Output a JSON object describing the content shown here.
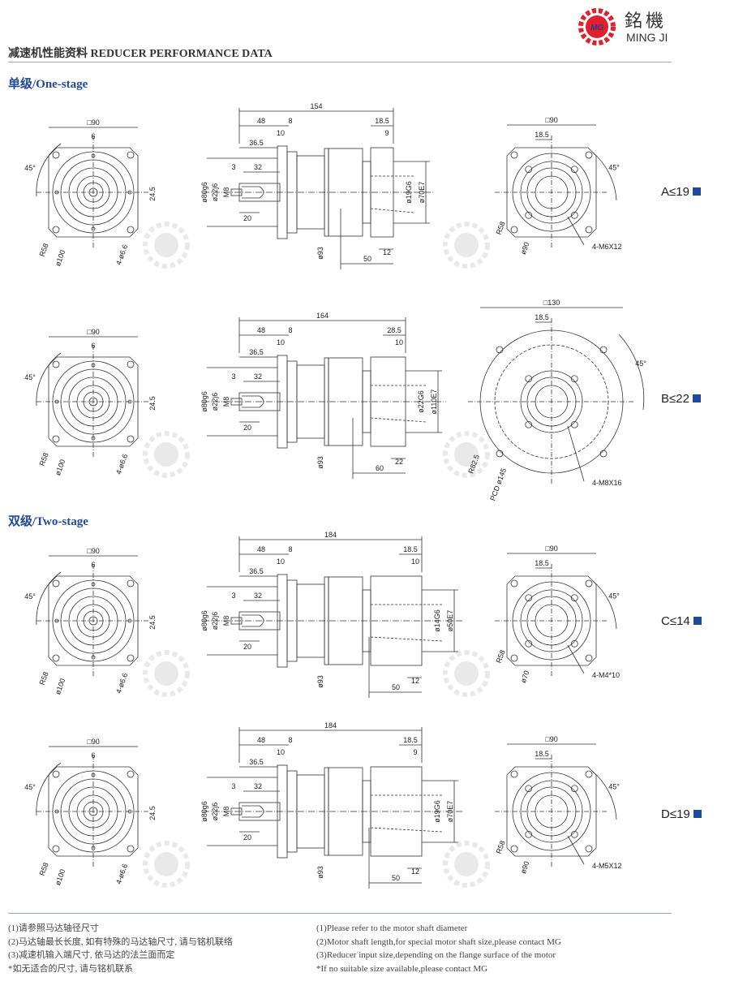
{
  "header": {
    "title": "减速机性能资料 REDUCER PERFORMANCE DATA",
    "logo_cn": "銘機",
    "logo_en": "MING JI",
    "logo_mark": "MG"
  },
  "sections": {
    "one_stage": "单级/One-stage",
    "two_stage": "双级/Two-stage"
  },
  "colors": {
    "accent": "#1f4a9a",
    "logo_red": "#e0202a",
    "rule": "#9aa9c4"
  },
  "rows": [
    {
      "label": "A≤19",
      "front": {
        "square": "□90",
        "key": "6",
        "angle": "45°",
        "height": "24.5",
        "radius": "R58",
        "pcd": "ø100",
        "holes": "4-ø6.6"
      },
      "side": {
        "total": "154",
        "d48": "48",
        "d8": "8",
        "d10": "10",
        "d365": "36.5",
        "d3": "3",
        "d32": "32",
        "pilot": "ø80g6",
        "shaft": "ø22j6",
        "thread": "M8",
        "d20": "20",
        "body": "ø93",
        "in_depth": "18.5",
        "in_flange": "9",
        "in_bore": "ø19G6",
        "in_pilot": "ø70E7",
        "in_d12": "12",
        "in_len": "50"
      },
      "input": {
        "square": "□90",
        "offset": "18.5",
        "angle": "45°",
        "radius": "R58",
        "pcd": "ø90",
        "holes": "4-M6X12"
      }
    },
    {
      "label": "B≤22",
      "front": {
        "square": "□90",
        "key": "6",
        "angle": "45°",
        "height": "24.5",
        "radius": "R58",
        "pcd": "ø100",
        "holes": "4-ø6.6"
      },
      "side": {
        "total": "164",
        "d48": "48",
        "d8": "8",
        "d10": "10",
        "d365": "36.5",
        "d3": "3",
        "d32": "32",
        "pilot": "ø80g6",
        "shaft": "ø22j6",
        "thread": "M8",
        "d20": "20",
        "body": "ø93",
        "in_depth": "28.5",
        "in_flange": "10",
        "in_bore": "ø22G6",
        "in_pilot": "ø110E7",
        "in_d12": "22",
        "in_len": "60"
      },
      "input": {
        "square": "□130",
        "offset": "18.5",
        "angle": "45°",
        "radius": "R82.5",
        "pcd": "PCD ø145",
        "holes": "4-M8X16"
      }
    },
    {
      "label": "C≤14",
      "front": {
        "square": "□90",
        "key": "6",
        "angle": "45°",
        "height": "24.5",
        "radius": "R58",
        "pcd": "ø100",
        "holes": "4-ø6.6"
      },
      "side": {
        "total": "184",
        "d48": "48",
        "d8": "8",
        "d10": "10",
        "d365": "36.5",
        "d3": "3",
        "d32": "32",
        "pilot": "ø80g6",
        "shaft": "ø22j6",
        "thread": "M8",
        "d20": "20",
        "body": "ø93",
        "in_depth": "18.5",
        "in_flange": "10",
        "in_bore": "ø14G6",
        "in_pilot": "ø50E7",
        "in_d12": "12",
        "in_len": "50"
      },
      "input": {
        "square": "□90",
        "offset": "18.5",
        "angle": "45°",
        "radius": "R58",
        "pcd": "ø70",
        "holes": "4-M4*10"
      }
    },
    {
      "label": "D≤19",
      "front": {
        "square": "□90",
        "key": "6",
        "angle": "45°",
        "height": "24.5",
        "radius": "R58",
        "pcd": "ø100",
        "holes": "4-ø6.6"
      },
      "side": {
        "total": "184",
        "d48": "48",
        "d8": "8",
        "d10": "10",
        "d365": "36.5",
        "d3": "3",
        "d32": "32",
        "pilot": "ø80g6",
        "shaft": "ø22j6",
        "thread": "M8",
        "d20": "20",
        "body": "ø93",
        "in_depth": "18.5",
        "in_flange": "9",
        "in_bore": "ø19G6",
        "in_pilot": "ø70E7",
        "in_d12": "12",
        "in_len": "50"
      },
      "input": {
        "square": "□90",
        "offset": "18.5",
        "angle": "45°",
        "radius": "R58",
        "pcd": "ø90",
        "holes": "4-M5X12"
      }
    }
  ],
  "notes": {
    "cn": [
      "(1)请参照马达轴径尺寸",
      "(2)马达轴最长长度, 如有特殊的马达轴尺寸, 请与铭机联络",
      "(3)减速机输入端尺寸, 依马达的法兰面而定",
      "*如无适合的尺寸, 请与铭机联系"
    ],
    "en": [
      "(1)Please refer to the motor shaft diameter",
      "(2)Motor shaft length,for special motor shaft size,please contact MG",
      "(3)Reducer input size,depending on the flange surface of the motor",
      "*If no suitable size available,please contact MG"
    ]
  }
}
